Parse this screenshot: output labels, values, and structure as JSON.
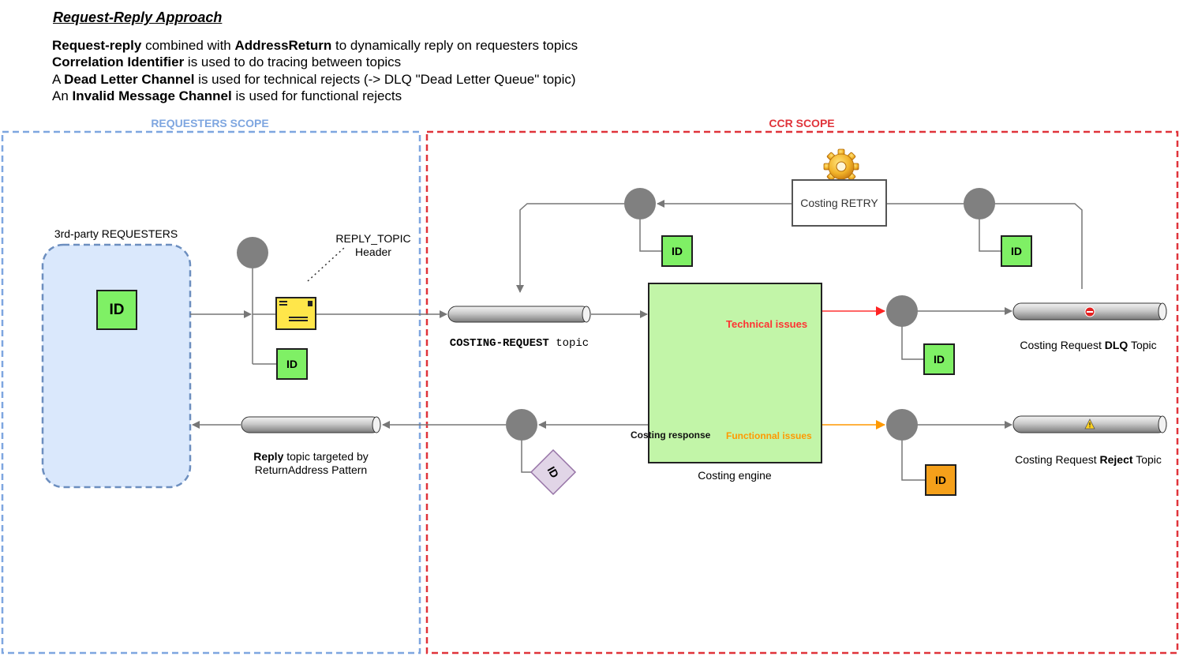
{
  "title": "Request-Reply Approach",
  "description_lines": [
    {
      "parts": [
        {
          "b": "Request-reply"
        },
        {
          "t": " combined with "
        },
        {
          "b": "AddressReturn"
        },
        {
          "t": " to dynamically reply on requesters topics"
        }
      ]
    },
    {
      "parts": [
        {
          "b": "Correlation Identifier"
        },
        {
          "t": " is used to do tracing between topics"
        }
      ]
    },
    {
      "parts": [
        {
          "t": "A "
        },
        {
          "b": "Dead Letter Channel"
        },
        {
          "t": " is used for technical rejects (-> DLQ \"Dead Letter Queue\" topic)"
        }
      ]
    },
    {
      "parts": [
        {
          "t": "An "
        },
        {
          "b": "Invalid Message Channel"
        },
        {
          "t": " is used for functional rejects"
        }
      ]
    }
  ],
  "scopes": {
    "requesters": "REQUESTERS SCOPE",
    "ccr": "CCR SCOPE"
  },
  "nodes": {
    "requesters_label": "3rd-party REQUESTERS",
    "id_text": "ID",
    "reply_topic_header_line1": "REPLY_TOPIC",
    "reply_topic_header_line2": "Header",
    "costing_request_topic_code": "COSTING-REQUEST",
    "costing_request_topic_suffix": " topic",
    "retry_label": "Costing RETRY",
    "engine_label": "Costing engine",
    "technical_issues": "Technical issues",
    "functional_issues": "Functionnal issues",
    "costing_response": "Costing response",
    "reply_topic_line1_bold": "Reply",
    "reply_topic_line1_rest": " topic targeted by",
    "reply_topic_line2": "ReturnAddress Pattern",
    "dlq_prefix": "Costing Request ",
    "dlq_bold": "DLQ",
    "dlq_suffix": " Topic",
    "reject_prefix": "Costing Request ",
    "reject_bold": "Reject",
    "reject_suffix": " Topic"
  },
  "colors": {
    "requesters_scope": "#7ea6e0",
    "ccr_scope": "#e0333a",
    "technical": "#ff3333",
    "functional": "#ff9900",
    "id_green": "#7ff065",
    "id_orange": "#f5a01a",
    "engine": "#c2f5a8"
  },
  "icons": [
    "envelope-icon",
    "gear-icon",
    "no-entry-icon",
    "warning-icon"
  ]
}
